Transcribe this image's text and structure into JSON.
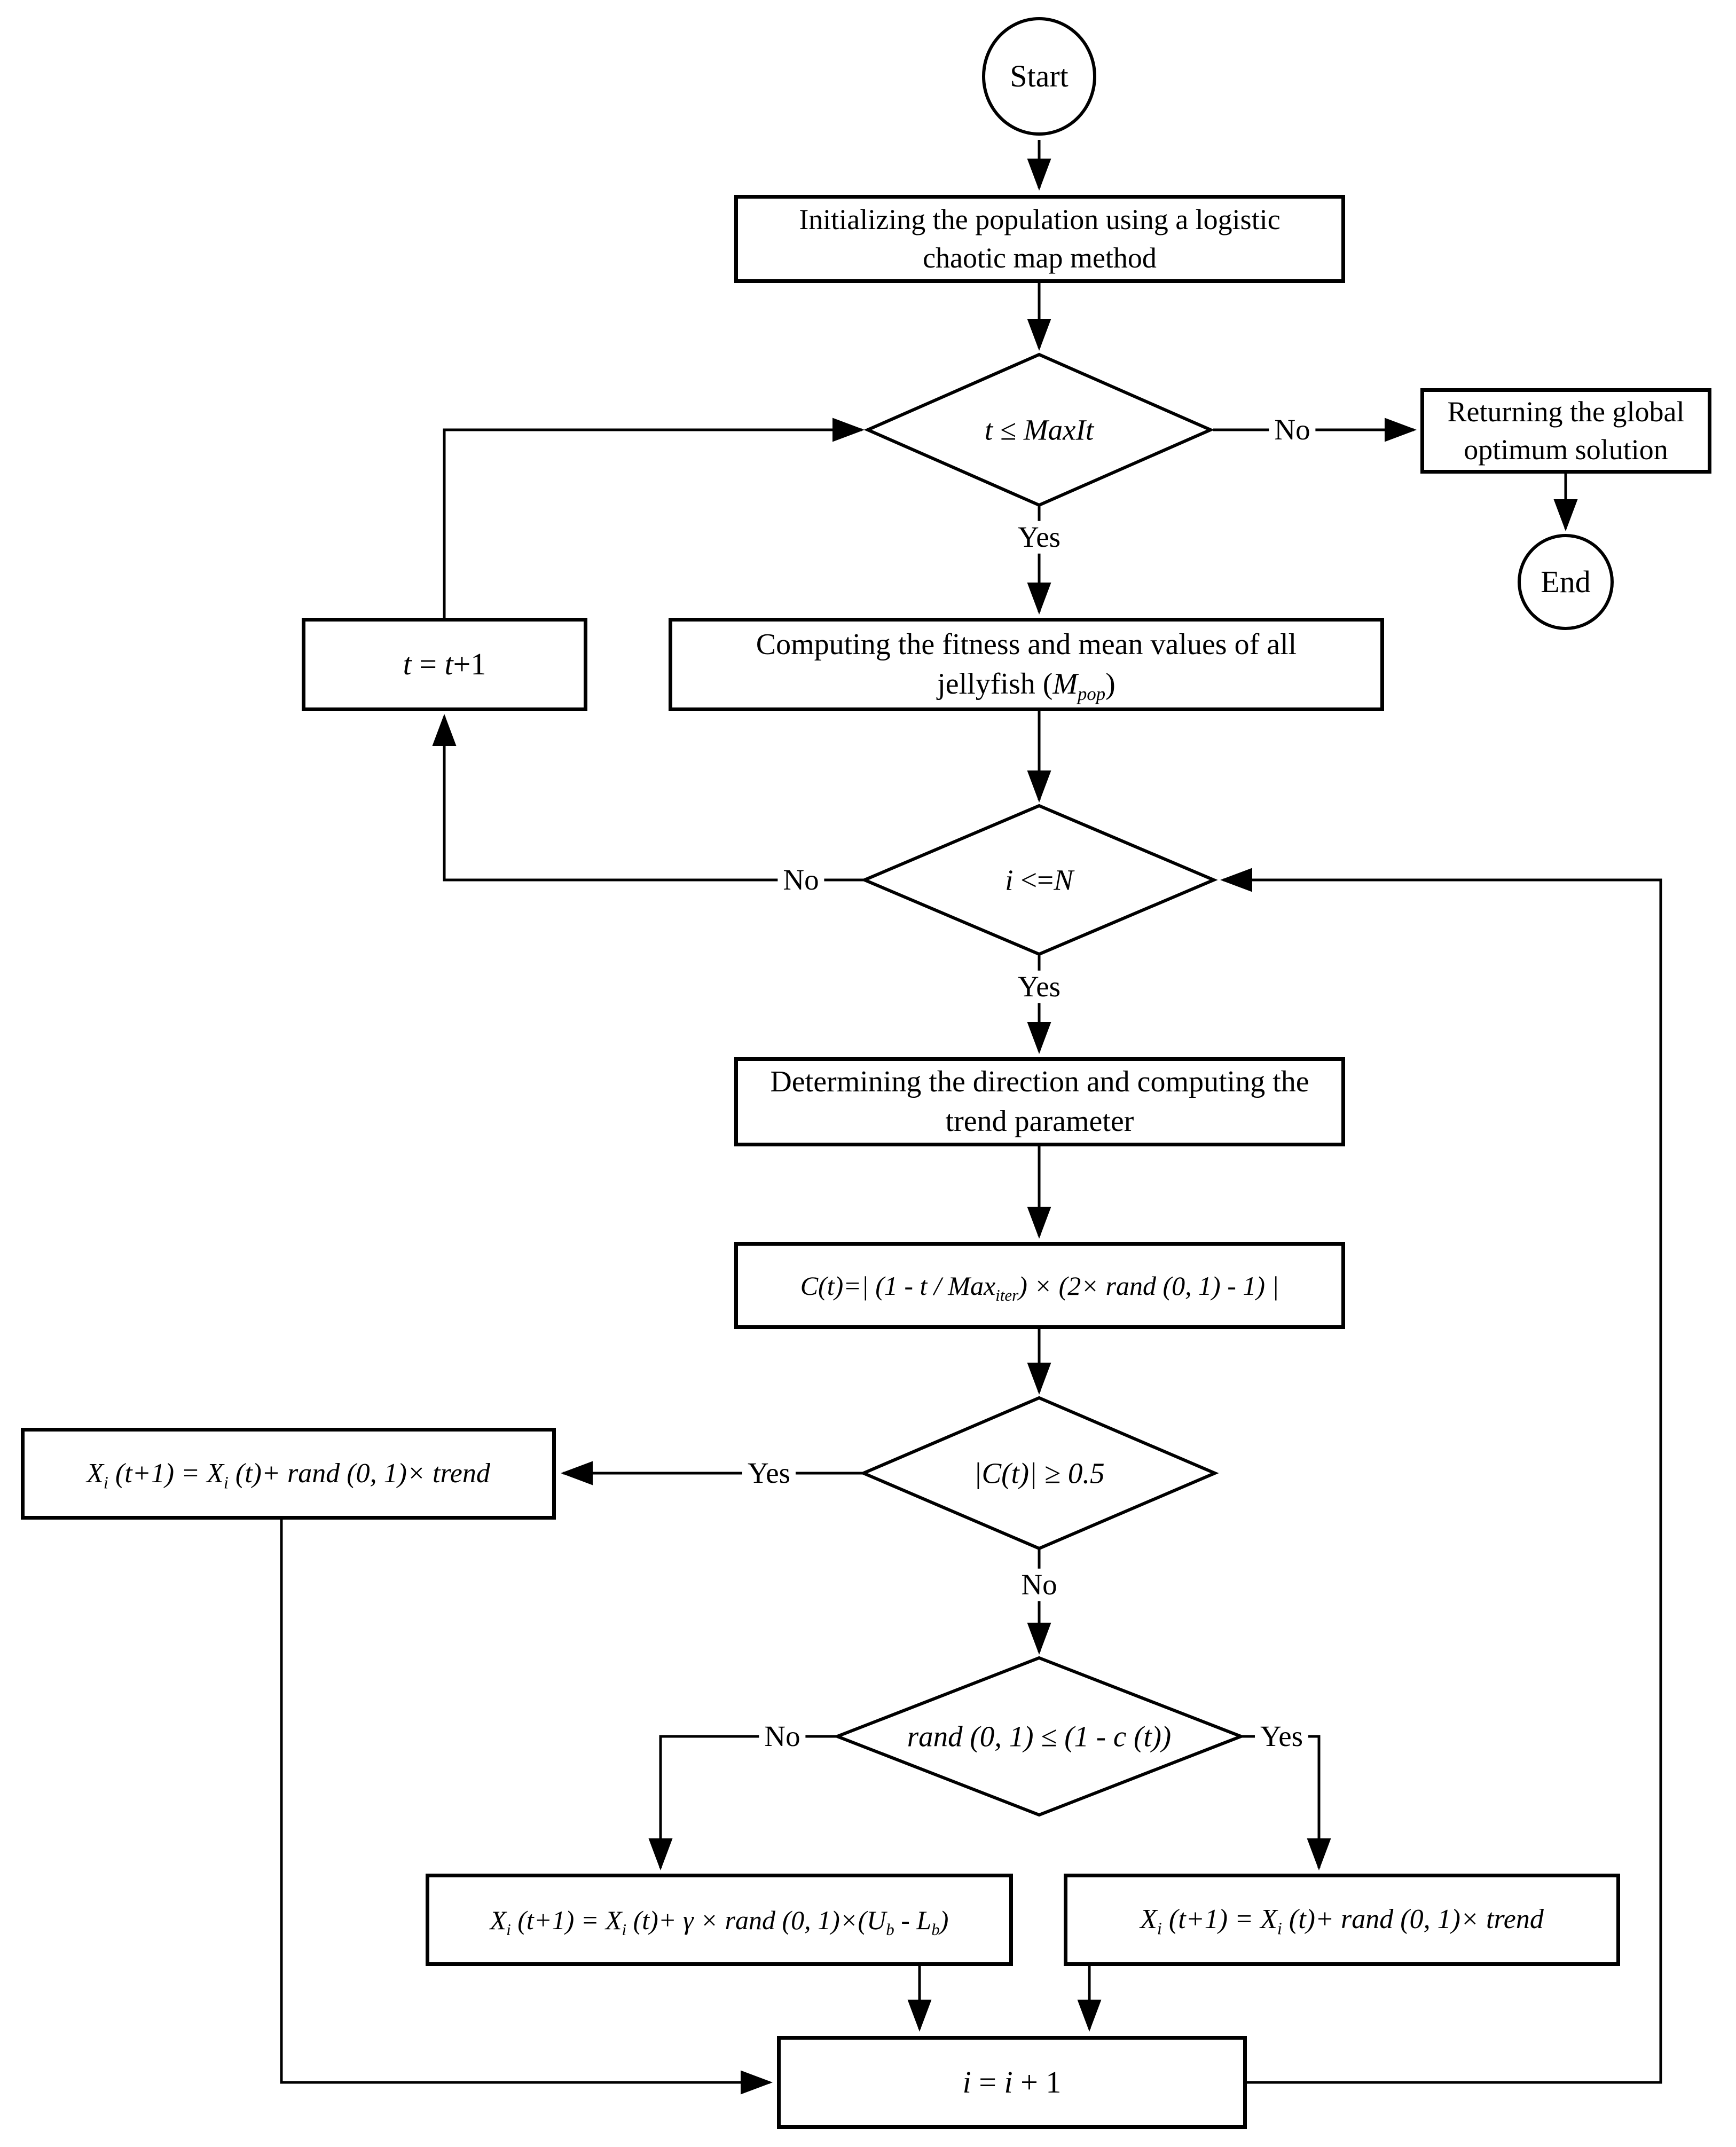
{
  "diagram": {
    "type": "flowchart",
    "background_color": "#ffffff",
    "line_color": "#000000",
    "nodes": {
      "start": {
        "label": "Start"
      },
      "end": {
        "label": "End"
      },
      "init": {
        "segments": [
          {
            "t": "Initializing the population using a logistic"
          },
          {
            "br": true
          },
          {
            "t": "chaotic map method"
          }
        ]
      },
      "check_iter": {
        "label": "t ≤ MaxIt"
      },
      "returning": {
        "segments": [
          {
            "t": "Returning the global"
          },
          {
            "br": true
          },
          {
            "t": "optimum solution"
          }
        ]
      },
      "computing": {
        "segments": [
          {
            "t": "Computing the fitness and mean values of all"
          },
          {
            "br": true
          },
          {
            "t": "jellyfish ("
          },
          {
            "t": "M",
            "i": true
          },
          {
            "t": "pop",
            "i": true,
            "sub": true
          },
          {
            "t": ")"
          }
        ]
      },
      "t_inc": {
        "segments": [
          {
            "t": "t",
            "i": true
          },
          {
            "t": " = "
          },
          {
            "t": "t",
            "i": true
          },
          {
            "t": "+1"
          }
        ]
      },
      "check_pop": {
        "segments": [
          {
            "t": "i ",
            "i": true
          },
          {
            "t": "<="
          },
          {
            "t": "N",
            "i": true
          }
        ]
      },
      "determining": {
        "segments": [
          {
            "t": "Determining the direction and computing the"
          },
          {
            "br": true
          },
          {
            "t": "trend parameter"
          }
        ]
      },
      "ct_formula": {
        "segments": [
          {
            "t": "C(t)=| (1 - t / Max",
            "i": true
          },
          {
            "t": "iter",
            "i": true,
            "sub": true
          },
          {
            "t": ") × (2× rand (0, 1) - 1) |",
            "i": true
          }
        ]
      },
      "check_ct": {
        "label": "|C(t)| ≥ 0.5"
      },
      "move_trend_left": {
        "segments": [
          {
            "t": "X",
            "i": true
          },
          {
            "t": "i",
            "i": true,
            "sub": true
          },
          {
            "t": " (t+1) = X",
            "i": true
          },
          {
            "t": "i",
            "i": true,
            "sub": true
          },
          {
            "t": " (t)+ rand (0, 1)× trend",
            "i": true
          }
        ]
      },
      "check_rand": {
        "label": "rand (0, 1) ≤ (1 - c (t))"
      },
      "move_gamma": {
        "segments": [
          {
            "t": "X",
            "i": true
          },
          {
            "t": "i",
            "i": true,
            "sub": true
          },
          {
            "t": " (t+1) = X",
            "i": true
          },
          {
            "t": "i",
            "i": true,
            "sub": true
          },
          {
            "t": " (t)+ γ × rand (0, 1)×(U",
            "i": true
          },
          {
            "t": "b",
            "i": true,
            "sub": true
          },
          {
            "t": " - L",
            "i": true
          },
          {
            "t": "b",
            "i": true,
            "sub": true
          },
          {
            "t": ")",
            "i": true
          }
        ]
      },
      "move_trend_right": {
        "segments": [
          {
            "t": "X",
            "i": true
          },
          {
            "t": "i",
            "i": true,
            "sub": true
          },
          {
            "t": " (t+1) = X",
            "i": true
          },
          {
            "t": "i",
            "i": true,
            "sub": true
          },
          {
            "t": " (t)+ rand (0, 1)× trend",
            "i": true
          }
        ]
      },
      "i_inc": {
        "segments": [
          {
            "t": "i",
            "i": true
          },
          {
            "t": " = "
          },
          {
            "t": "i",
            "i": true
          },
          {
            "t": " + 1"
          }
        ]
      }
    },
    "edge_labels": [
      {
        "text": "No"
      },
      {
        "text": "Yes"
      },
      {
        "text": "No"
      },
      {
        "text": "Yes"
      },
      {
        "text": "Yes"
      },
      {
        "text": "No"
      },
      {
        "text": "No"
      },
      {
        "text": "Yes"
      }
    ]
  }
}
